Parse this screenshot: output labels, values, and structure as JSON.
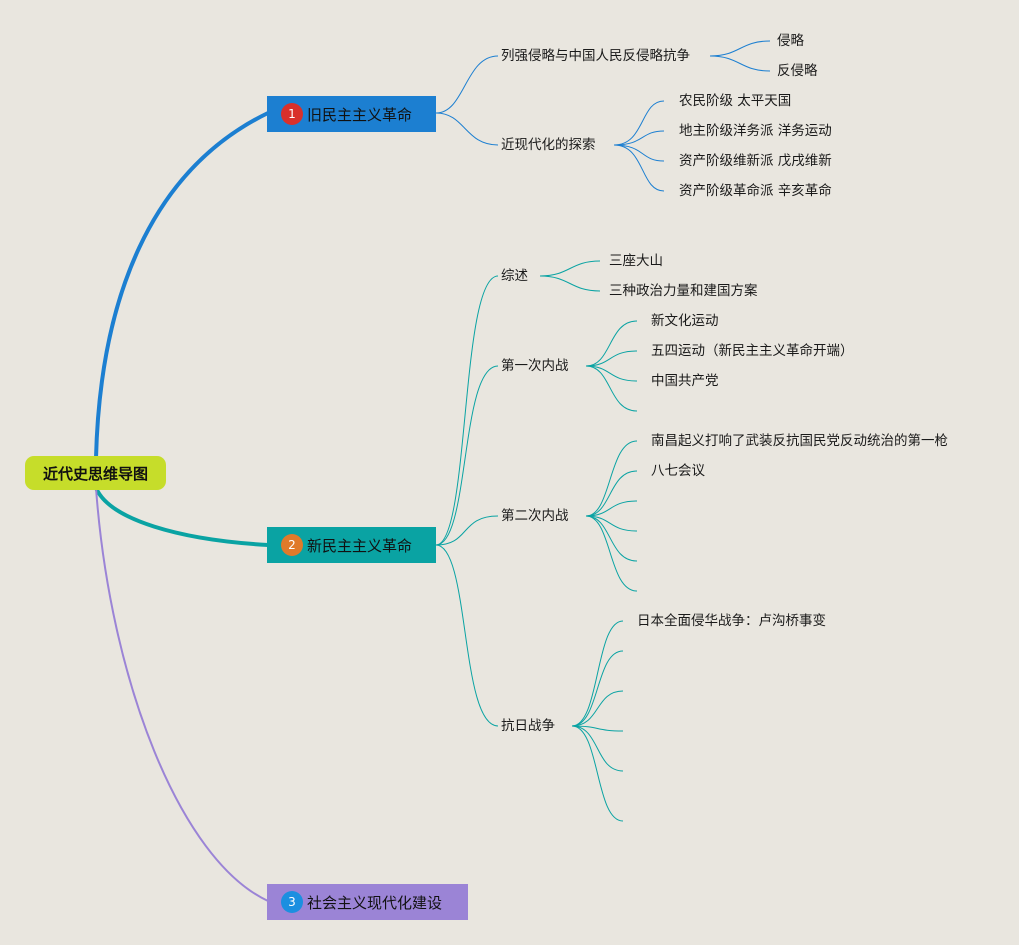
{
  "root": "近代史思维导图",
  "colors": {
    "background": "#e9e6df",
    "root": "#c6dd2a",
    "branch1": "#1c7fd1",
    "branch2": "#0aa3a3",
    "branch3": "#9b84d6"
  },
  "branches": [
    {
      "badge": "1",
      "title": "旧民主主义革命",
      "children": [
        {
          "label": "列强侵略与中国人民反侵略抗争",
          "children": [
            "侵略",
            "反侵略"
          ]
        },
        {
          "label": "近现代化的探索",
          "children": [
            "农民阶级 太平天国",
            "地主阶级洋务派 洋务运动",
            "资产阶级维新派 戊戌维新",
            "资产阶级革命派 辛亥革命"
          ]
        }
      ]
    },
    {
      "badge": "2",
      "title": "新民主主义革命",
      "children": [
        {
          "label": "综述",
          "children": [
            "三座大山",
            "三种政治力量和建国方案"
          ]
        },
        {
          "label": "第一次内战",
          "children": [
            "新文化运动",
            "五四运动（新民主主义革命开端）",
            "中国共产党",
            ""
          ]
        },
        {
          "label": "第二次内战",
          "children": [
            "南昌起义打响了武装反抗国民党反动统治的第一枪",
            "八七会议",
            "",
            "",
            "",
            ""
          ]
        },
        {
          "label": "抗日战争",
          "children": [
            "日本全面侵华战争：卢沟桥事变",
            "",
            "",
            "",
            "",
            ""
          ]
        }
      ]
    },
    {
      "badge": "3",
      "title": "社会主义现代化建设",
      "children": []
    }
  ]
}
